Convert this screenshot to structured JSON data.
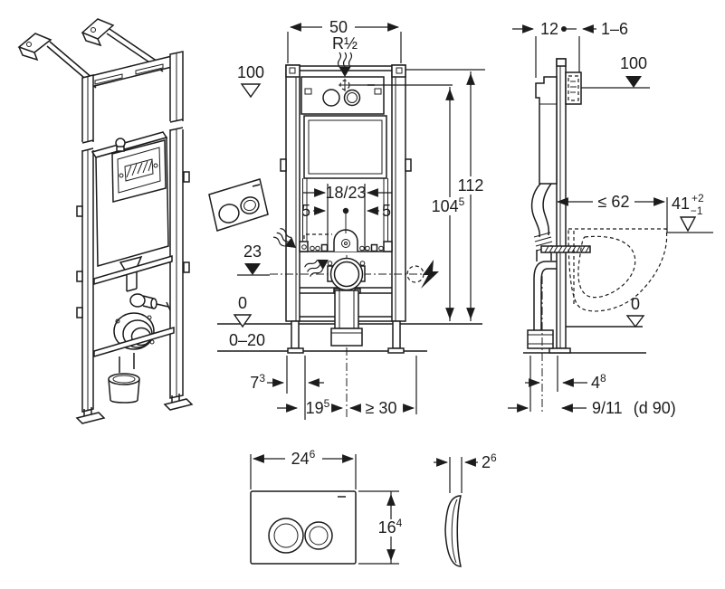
{
  "drawing": {
    "type": "installation-dimension-drawing",
    "colors": {
      "line": "#1c1c1c",
      "background": "#ffffff"
    },
    "front_view": {
      "dim_width_top": "50",
      "water_connection": "R½",
      "meter_mark": "100",
      "dim_connection_offset": "18/23",
      "dim_offset_left": "5",
      "dim_offset_right": "5",
      "datum_outlet_height": "23",
      "datum_floor": "0",
      "floor_adjust_range": "0–20",
      "dim_total_height": "112",
      "dim_connection_height": {
        "main": "104",
        "sup": "5"
      },
      "dim_foot_offset": {
        "main": "7",
        "sup": "3"
      },
      "dim_drain_offset": {
        "main": "19",
        "sup": "5"
      },
      "dim_electric_min": "≥ 30"
    },
    "side_view": {
      "dim_frame_depth": "12",
      "dim_wall_finish": "1–6",
      "meter_mark": "100",
      "dim_pan_depth_max": "≤ 62",
      "dim_seat_height": {
        "main": "41",
        "sup": "+2",
        "sub": "−1"
      },
      "datum_floor": "0",
      "dim_pipe_offset": {
        "main": "4",
        "sup": "8"
      },
      "dim_outlet": {
        "main": "9/11",
        "note": "(d 90)"
      }
    },
    "plate_front": {
      "dim_width": {
        "main": "24",
        "sup": "6"
      },
      "dim_height": {
        "main": "16",
        "sup": "4"
      }
    },
    "plate_side": {
      "dim_depth": {
        "main": "2",
        "sup": "6"
      }
    }
  }
}
